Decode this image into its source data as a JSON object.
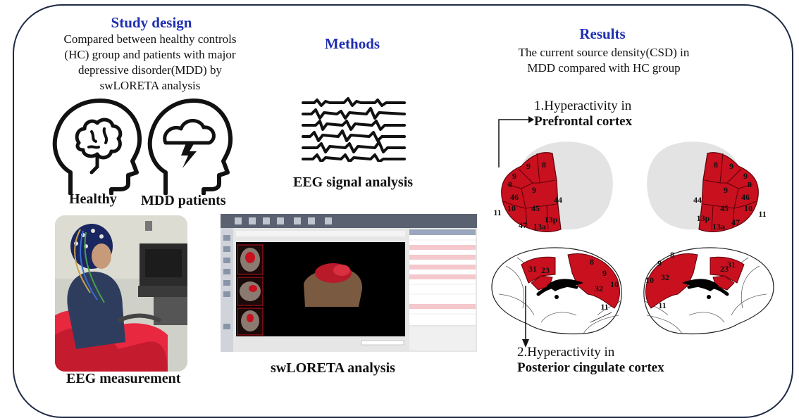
{
  "study": {
    "heading": "Study design",
    "desc_lines": [
      "Compared between healthy controls",
      "(HC) group and patients with major",
      "depressive disorder(MDD) by",
      "swLORETA analysis"
    ],
    "healthy_label": "Healthy",
    "mdd_label": "MDD patients",
    "eeg_measure_label": "EEG measurement"
  },
  "methods": {
    "heading": "Methods",
    "eeg_signal_label": "EEG signal analysis",
    "swloreta_label": "swLORETA analysis"
  },
  "results": {
    "heading": "Results",
    "desc_lines": [
      "The current source density(CSD) in",
      "MDD compared with HC group"
    ],
    "finding1_line1": "1.Hyperactivity in",
    "finding1_line2": "Prefrontal cortex",
    "finding2_line1": "2.Hyperactivity in",
    "finding2_line2": "Posterior cingulate cortex"
  },
  "brodmann": {
    "lateral_left": [
      "9",
      "8",
      "9",
      "8",
      "46",
      "9",
      "10",
      "45",
      "44",
      "11",
      "47",
      "13a",
      "13p"
    ],
    "lateral_right": [
      "9",
      "8",
      "9",
      "8",
      "9",
      "46",
      "45",
      "10",
      "44",
      "13p",
      "13a",
      "47",
      "11"
    ],
    "medial_left": [
      "8",
      "9",
      "31",
      "23",
      "32",
      "10",
      "11"
    ],
    "medial_right": [
      "8",
      "9",
      "23",
      "31",
      "10",
      "32",
      "11"
    ]
  },
  "colors": {
    "region_red": "#c8101f",
    "heading_blue": "#1f2fb0",
    "frame": "#1f2a44"
  }
}
